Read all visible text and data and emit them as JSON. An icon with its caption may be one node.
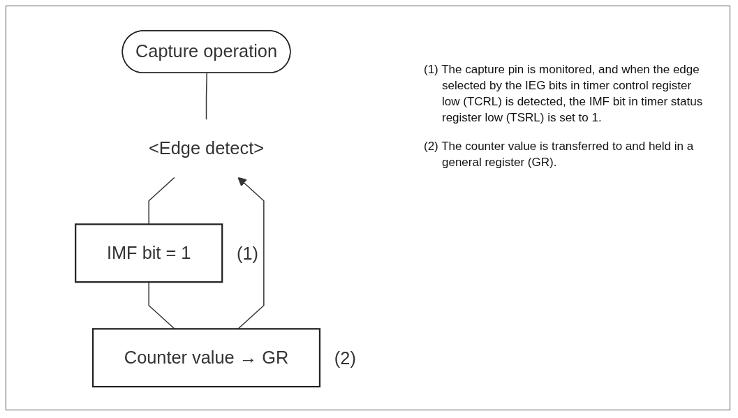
{
  "diagram": {
    "nodes": [
      {
        "text": [
          "Capture operation"
        ]
      },
      {
        "text": [
          "<Edge detect>"
        ]
      },
      {
        "text": [
          "IMF bit = 1"
        ],
        "beside": [
          "(1)"
        ]
      },
      {
        "text": [
          "Counter value → GR"
        ],
        "beside": [
          "(2)"
        ]
      }
    ],
    "edges": [
      {
        "from": 0,
        "to": 1,
        "arrow": "none"
      },
      {
        "from": 1,
        "to": 2,
        "arrow": "none"
      },
      {
        "from": 2,
        "to": 3,
        "arrow": "none"
      },
      {
        "from": 3,
        "to": 1,
        "arrow": "to"
      }
    ],
    "labels": [
      "(1) The capture pin is monitored, and when the edge selected by the IEG bits in timer control register low (TCRL) is detected, the IMF bit in timer status register low (TSRL) is set to 1.",
      "(2) The counter value is transferred to and held in a general register (GR)."
    ]
  }
}
